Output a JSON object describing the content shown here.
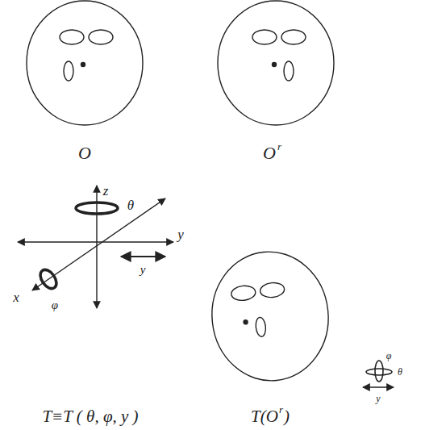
{
  "diagram": {
    "labels": [
      "O",
      "O",
      "r",
      "z",
      "θ",
      "y",
      "x",
      "φ",
      "y",
      "T≡T ( θ, φ, y )",
      "T(O",
      "r",
      ")",
      "φ",
      "θ",
      "y"
    ]
  }
}
